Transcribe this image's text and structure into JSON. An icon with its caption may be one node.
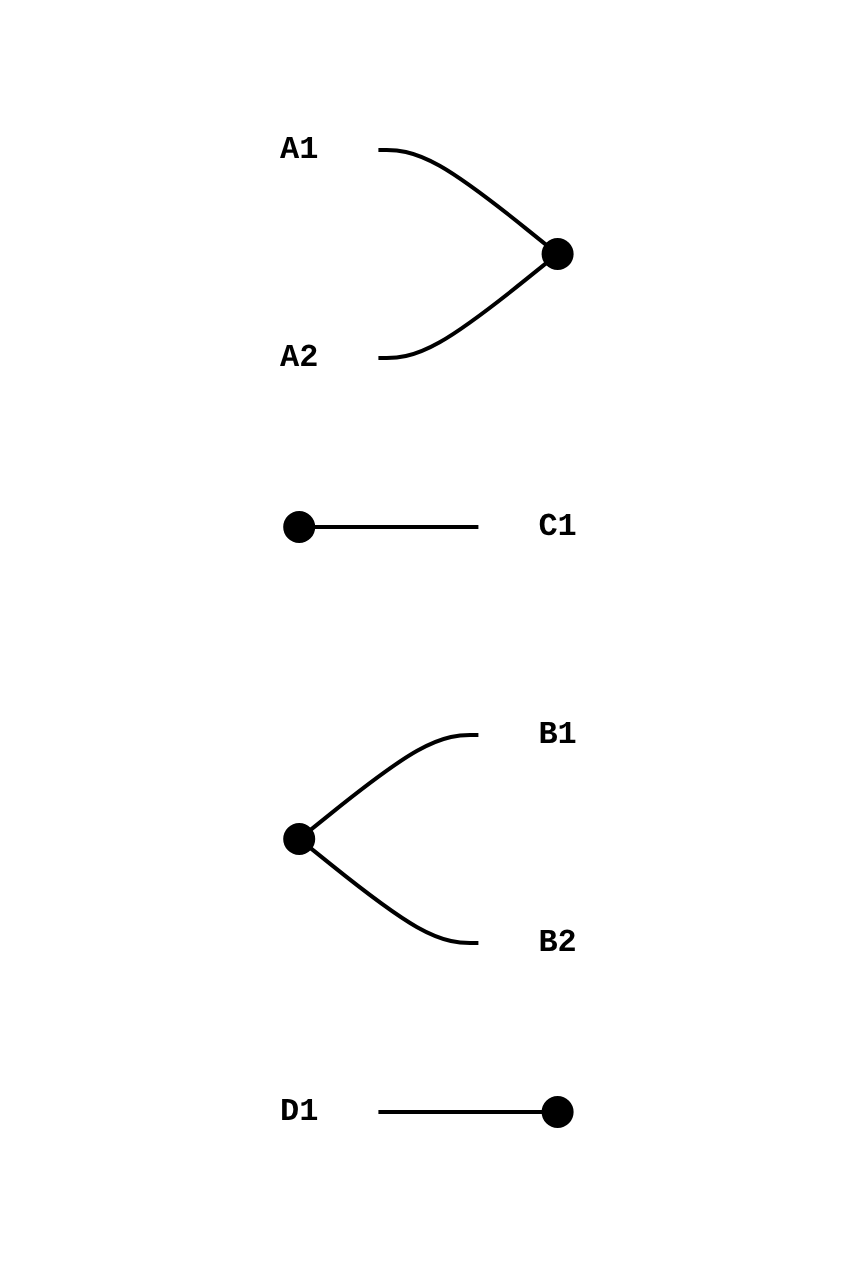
{
  "diagram": {
    "nodes": [
      {
        "text": [
          "A1"
        ]
      },
      {
        "text": [],
        "shape": "circle"
      },
      {
        "text": [
          "C1"
        ]
      },
      {
        "text": [],
        "shape": "circle"
      },
      {
        "text": [
          "B1"
        ]
      },
      {
        "text": [
          "A2"
        ]
      },
      {
        "text": [],
        "shape": "circle"
      },
      {
        "text": [
          "B2"
        ]
      },
      {
        "text": [
          "D1"
        ]
      },
      {
        "text": [],
        "shape": "circle"
      }
    ],
    "edges": [
      {
        "from": 1,
        "to": 2,
        "arrow": "none"
      },
      {
        "from": 0,
        "to": 3,
        "arrow": "none"
      },
      {
        "from": 5,
        "to": 3,
        "arrow": "none"
      },
      {
        "from": 6,
        "to": 4,
        "arrow": "none"
      },
      {
        "from": 6,
        "to": 7,
        "arrow": "none"
      },
      {
        "from": 8,
        "to": 9,
        "arrow": "none"
      }
    ]
  }
}
